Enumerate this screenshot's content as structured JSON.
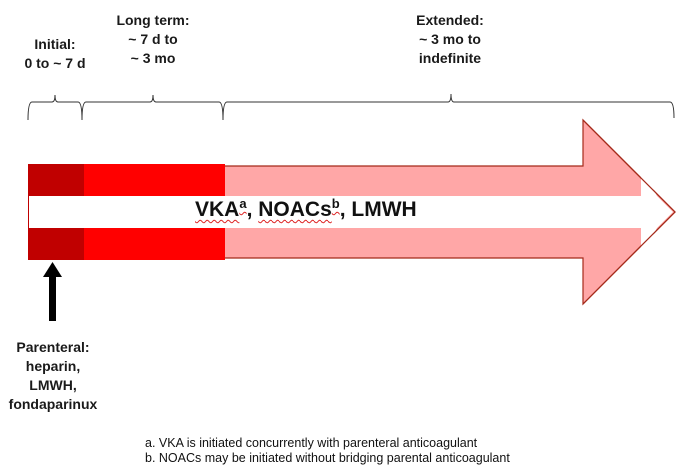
{
  "phases": [
    {
      "name": "initial",
      "lines": [
        "Initial:",
        "0 to ~ 7 d"
      ]
    },
    {
      "name": "long-term",
      "lines": [
        "Long term:",
        "~ 7 d to",
        "~ 3 mo"
      ]
    },
    {
      "name": "extended",
      "lines": [
        "Extended:",
        "~ 3 mo to",
        "indefinite"
      ]
    }
  ],
  "arrow": {
    "drug_parts": {
      "vka": "VKA",
      "vka_sup": "a",
      "sep1": ", ",
      "noacs": "NOACs",
      "noacs_sup": "b",
      "sep2": ", ",
      "lmwh": "LMWH"
    },
    "colors": {
      "initial": "#c00000",
      "long_term": "#ff0000",
      "extended": "#ffa7a7",
      "outline": "#a52a1a"
    }
  },
  "parenteral": {
    "lines": [
      "Parenteral:",
      "heparin,",
      "LMWH,",
      "fondaparinux"
    ]
  },
  "footnotes": [
    "a. VKA is initiated concurrently with parenteral anticoagulant",
    "b. NOACs may be initiated without bridging parental anticoagulant"
  ]
}
